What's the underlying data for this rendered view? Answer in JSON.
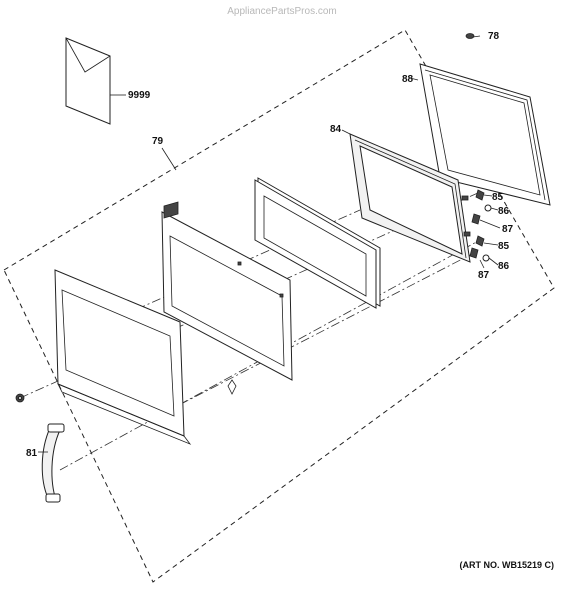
{
  "watermark": "AppliancePartsPros.com",
  "art_number": "(ART NO. WB15219 C)",
  "callouts": {
    "manual": "9999",
    "door_assembly": "79",
    "screw_top": "78",
    "choke_frame": "88",
    "door_frame": "84",
    "latch_upper": "85",
    "spring_upper": "86",
    "lever_upper": "87",
    "latch_lower": "85",
    "lever_lower": "87",
    "spring_lower": "86",
    "handle": "81"
  }
}
